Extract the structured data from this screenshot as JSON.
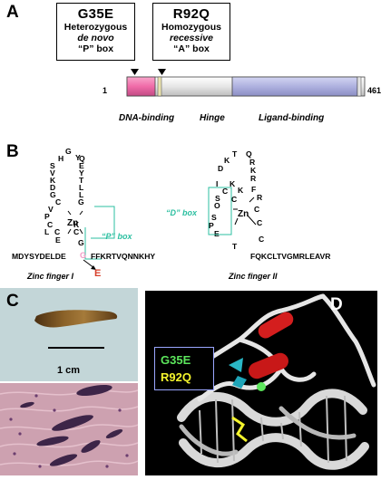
{
  "panelA": {
    "letter": "A",
    "mutation1": {
      "title": "G35E",
      "line1": "Heterozygous",
      "line2": "de novo",
      "line3": "“P” box"
    },
    "mutation2": {
      "title": "R92Q",
      "line1": "Homozygous",
      "line2": "recessive",
      "line3": "“A” box"
    },
    "start_num": "1",
    "end_num": "461",
    "domains": {
      "dna": "DNA-binding",
      "hinge": "Hinge",
      "ligand": "Ligand-binding"
    },
    "colors": {
      "dna": "#f06ba8",
      "ligand": "#aeb1df",
      "bar": "#e8e8e8"
    }
  },
  "panelB": {
    "letter": "B",
    "n_term": "MDYSYDELDE",
    "linker": "FFKRTVQNNKHY",
    "c_term": "FQKCLTVGMRLEAVR",
    "zinc_ion": "Zn",
    "p_box_label": "“P” box",
    "d_box_label": "“D” box",
    "mutant_from": "G",
    "mutant_to": "E",
    "zf1_label": "Zinc finger I",
    "zf2_label": "Zinc finger II",
    "colors": {
      "box": "#2bbfa0",
      "mutant": "#d7402b",
      "wt": "#f29ac6"
    },
    "zf1_residues": [
      "G",
      "Y",
      "H",
      "S",
      "V",
      "K",
      "D",
      "G",
      "C",
      "V",
      "P",
      "C",
      "L",
      "C",
      "E",
      "G",
      "C",
      "K",
      "G",
      "L",
      "L",
      "T",
      "Y",
      "E",
      "Q"
    ],
    "zf2_residues": [
      "D",
      "K",
      "T",
      "Q",
      "R",
      "K",
      "R",
      "I",
      "K",
      "C",
      "S",
      "O",
      "C",
      "S",
      "P",
      "E",
      "T",
      "C",
      "C",
      "R",
      "F",
      "C",
      "K"
    ]
  },
  "panelC": {
    "letter": "C",
    "scale_label": "1 cm"
  },
  "panelD": {
    "letter": "D",
    "legend_g35e": "G35E",
    "legend_r92q": "R92Q",
    "colors": {
      "g35e": "#5ce65c",
      "r92q": "#f4f42c",
      "helix": "#d41e1e",
      "dna": "#d9d9d9"
    }
  }
}
